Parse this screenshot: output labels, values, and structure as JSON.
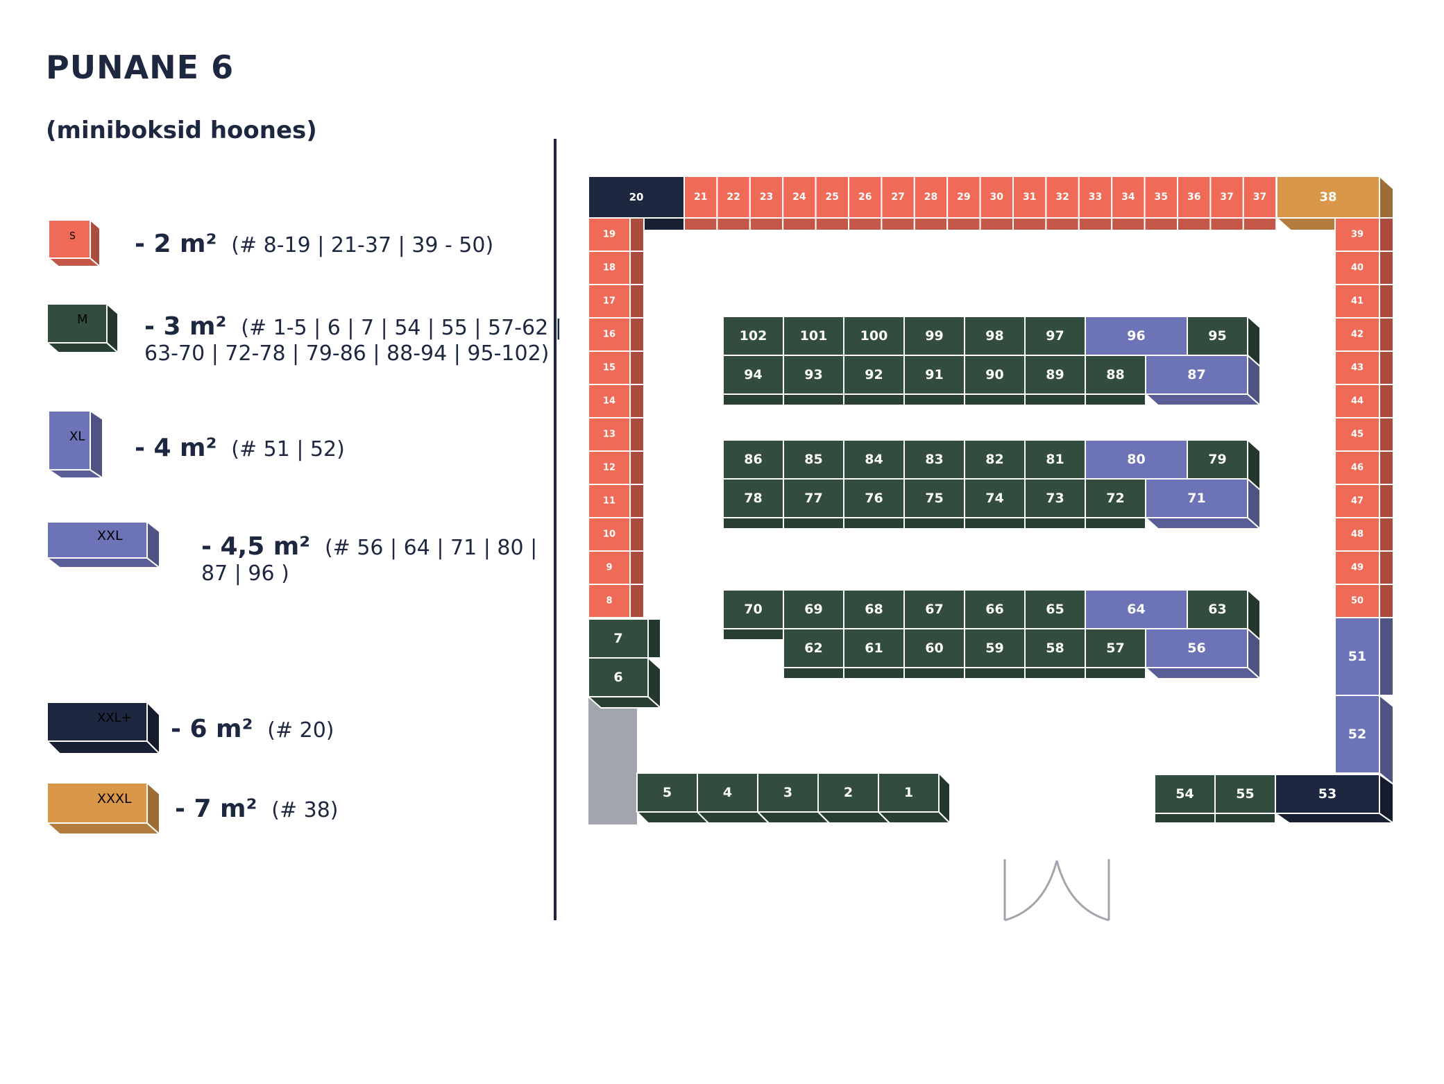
{
  "title": "PUNANE 6",
  "subtitle": "(miniboksid hoones)",
  "colors": {
    "S": "#ef6a57",
    "M": "#324d3e",
    "XL": "#6d73b7",
    "XXL": "#6d73b7",
    "XXL+": "#1e2740",
    "XXXL": "#d9974a",
    "wall": "#a3a5ad",
    "door": "#a3a5ad",
    "text": "#1e2740"
  },
  "legend": [
    {
      "size": "S",
      "area": "- 2 m²",
      "boxes": "(# 8-19 | 21-37 | 39 - 50)",
      "boxes_line2": ""
    },
    {
      "size": "M",
      "area": "- 3 m²",
      "boxes": "(# 1-5 | 6 | 7 | 54 | 55 | 57-62 |",
      "boxes_line2": "63-70 | 72-78 | 79-86 | 88-94 | 95-102)"
    },
    {
      "size": "XL",
      "area": "- 4 m²",
      "boxes": "(# 51 | 52)",
      "boxes_line2": ""
    },
    {
      "size": "XXL",
      "area": "- 4,5 m²",
      "boxes": "(# 56 | 64 | 71 | 80 |",
      "boxes_line2": "87 | 96 )"
    },
    {
      "size": "XXL+",
      "area": "- 6 m²",
      "boxes": "(# 20)",
      "boxes_line2": ""
    },
    {
      "size": "XXXL",
      "area": "- 7 m²",
      "boxes": "(# 38)",
      "boxes_line2": ""
    }
  ],
  "units": {
    "top_row": [
      "20",
      "21",
      "22",
      "23",
      "24",
      "25",
      "26",
      "27",
      "28",
      "29",
      "30",
      "31",
      "32",
      "33",
      "34",
      "35",
      "36",
      "37",
      "37",
      "38"
    ],
    "left_column": [
      "19",
      "18",
      "17",
      "16",
      "15",
      "14",
      "13",
      "12",
      "11",
      "10",
      "9",
      "8"
    ],
    "left_lower": [
      "7",
      "6"
    ],
    "right_column": [
      "39",
      "40",
      "41",
      "42",
      "43",
      "44",
      "45",
      "46",
      "47",
      "48",
      "49",
      "50"
    ],
    "right_lower": [
      "51",
      "52"
    ],
    "bottom_left": [
      "5",
      "4",
      "3",
      "2",
      "1"
    ],
    "bottom_right": [
      "54",
      "55",
      "53"
    ],
    "block1_top": [
      "102",
      "101",
      "100",
      "99",
      "98",
      "97",
      "96",
      "95"
    ],
    "block1_bottom": [
      "94",
      "93",
      "92",
      "91",
      "90",
      "89",
      "88",
      "87"
    ],
    "block2_top": [
      "86",
      "85",
      "84",
      "83",
      "82",
      "81",
      "80",
      "79"
    ],
    "block2_bottom": [
      "78",
      "77",
      "76",
      "75",
      "74",
      "73",
      "72",
      "71"
    ],
    "block3_top": [
      "70",
      "69",
      "68",
      "67",
      "66",
      "65",
      "64",
      "63"
    ],
    "block3_bottom": [
      "62",
      "61",
      "60",
      "59",
      "58",
      "57",
      "56"
    ]
  }
}
